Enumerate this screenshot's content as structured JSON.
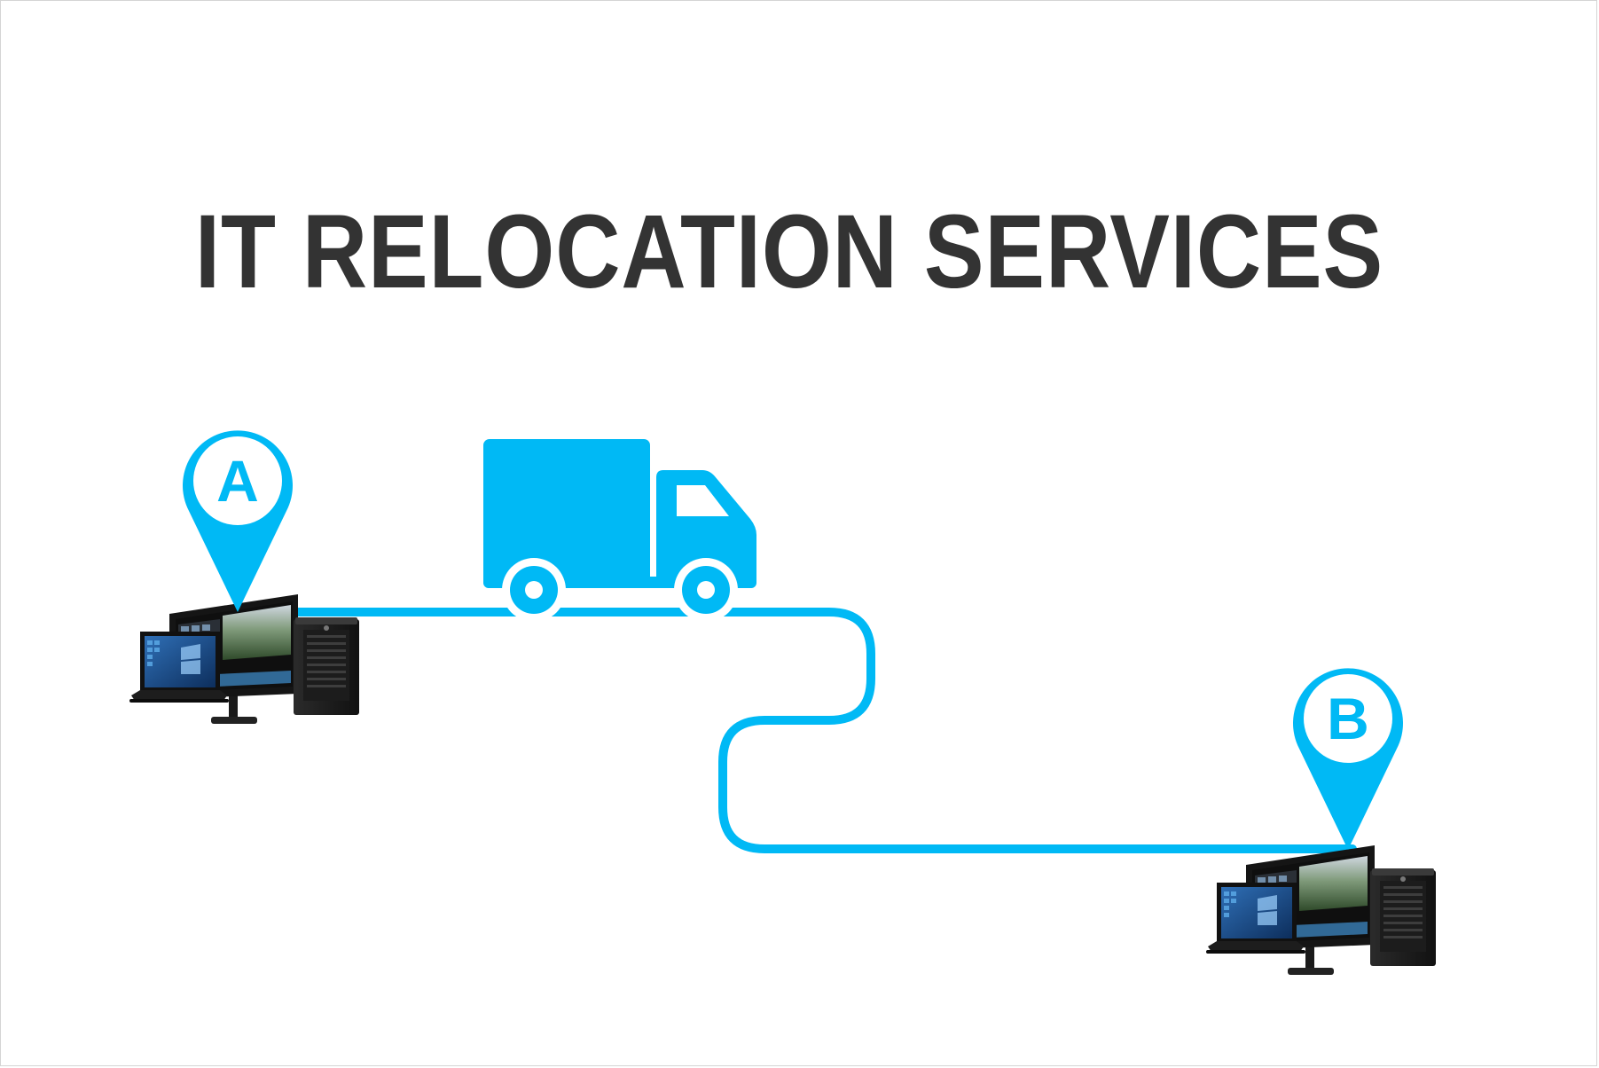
{
  "title": "IT RELOCATION SERVICES",
  "colors": {
    "accent": "#00b9f5",
    "title": "#333333",
    "background": "#ffffff"
  },
  "origin": {
    "label": "A",
    "icon": "location-pin-icon",
    "equipment": "computer-workstation-icon"
  },
  "destination": {
    "label": "B",
    "icon": "location-pin-icon",
    "equipment": "computer-workstation-icon"
  },
  "vehicle": {
    "icon": "delivery-truck-icon"
  }
}
